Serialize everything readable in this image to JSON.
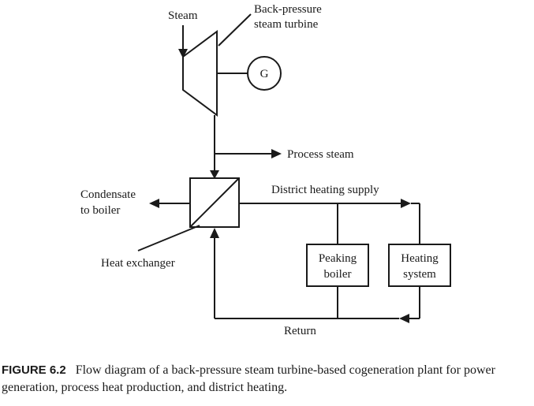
{
  "diagram": {
    "labels": {
      "steam": "Steam",
      "turbine_line1": "Back-pressure",
      "turbine_line2": "steam turbine",
      "generator": "G",
      "process_steam": "Process steam",
      "condensate_line1": "Condensate",
      "condensate_line2": "to boiler",
      "heat_exchanger": "Heat exchanger",
      "district_supply": "District heating supply",
      "peaking_line1": "Peaking",
      "peaking_line2": "boiler",
      "heating_line1": "Heating",
      "heating_line2": "system",
      "return": "Return"
    }
  },
  "caption": {
    "label": "FIGURE 6.2",
    "text": "Flow diagram of a back-pressure steam turbine-based cogeneration plant for power generation, process heat production, and district heating."
  }
}
